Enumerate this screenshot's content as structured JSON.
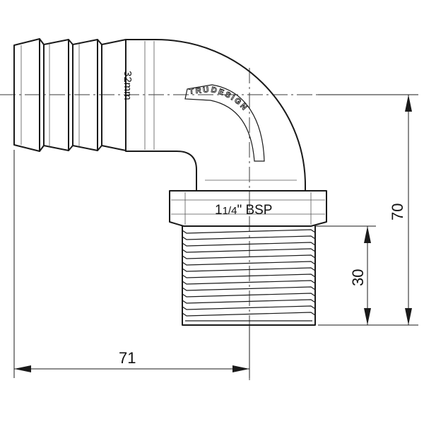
{
  "drawing": {
    "hose_size_label": "32mm",
    "thread_label": "11/4\" BSP",
    "thread_label_whole": "1",
    "thread_label_fraction": "1/4",
    "thread_label_suffix": "\" BSP",
    "logo_text": "TRUDESIGN",
    "dimensions": {
      "overall_width": "71",
      "overall_height": "70",
      "thread_height": "30"
    }
  }
}
